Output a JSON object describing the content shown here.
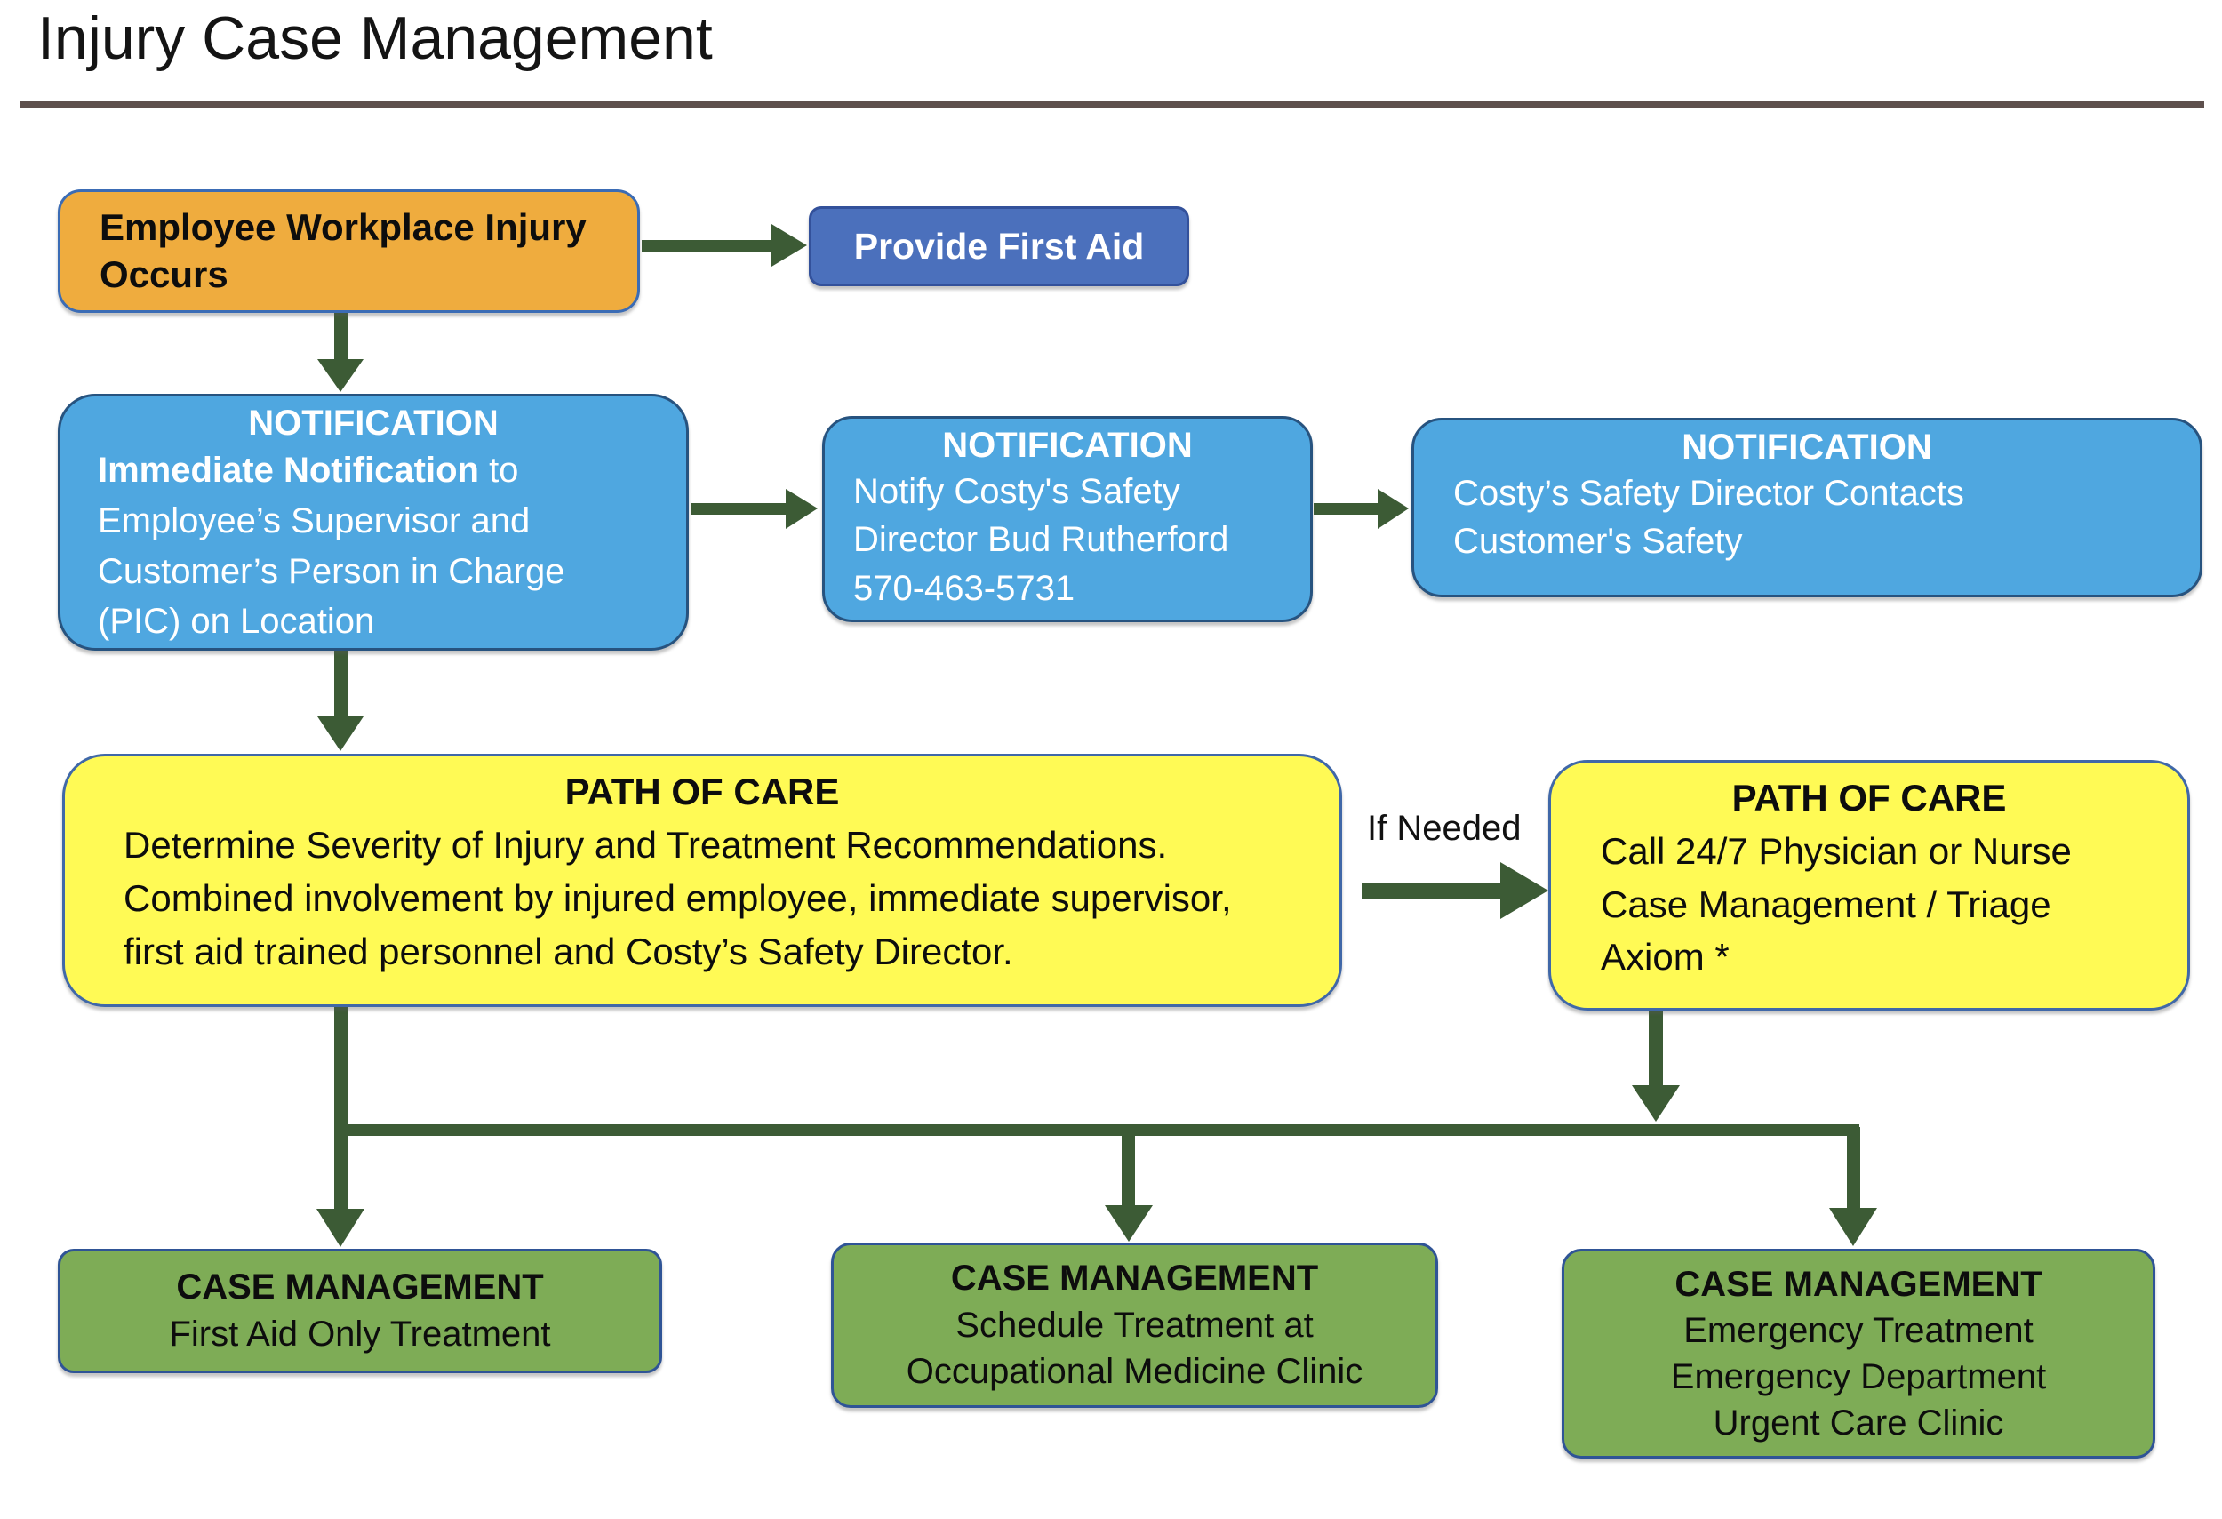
{
  "title": "Injury Case Management",
  "colors": {
    "arrow_color": "#3C5B35",
    "underline_color": "#5E504D",
    "orange_fill": "#EFAC3E",
    "blue_fill": "#4B70BC",
    "notification_fill": "#4FA7E0",
    "yellow_fill": "#FFFA55",
    "green_fill": "#7EAC56"
  },
  "labels": {
    "if_needed": "If Needed"
  },
  "nodes": {
    "injury_occurs": {
      "lines": [
        "Employee Workplace Injury",
        "Occurs"
      ]
    },
    "provide_first_aid": {
      "label": "Provide First Aid"
    },
    "notification1": {
      "heading": "NOTIFICATION",
      "bold_lead": "Immediate Notification",
      "lead_rest": " to",
      "lines": [
        "Employee’s Supervisor and",
        "Customer’s Person in Charge",
        "(PIC) on Location"
      ]
    },
    "notification2": {
      "heading": "NOTIFICATION",
      "lines": [
        "Notify Costy's Safety",
        "Director Bud Rutherford",
        "570-463-5731"
      ]
    },
    "notification3": {
      "heading": "NOTIFICATION",
      "lines": [
        "Costy’s Safety Director Contacts",
        "Customer's Safety"
      ]
    },
    "path_of_care_main": {
      "heading": "PATH OF CARE",
      "lines": [
        "Determine Severity of Injury and Treatment Recommendations.",
        "Combined involvement by injured employee, immediate supervisor,",
        "first aid trained personnel and Costy’s Safety Director."
      ]
    },
    "path_of_care_triage": {
      "heading": "PATH OF CARE",
      "lines": [
        "Call 24/7 Physician or Nurse",
        "Case Management / Triage",
        "Axiom *"
      ]
    },
    "case_first_aid": {
      "heading": "CASE MANAGEMENT",
      "lines": [
        "First Aid Only Treatment"
      ]
    },
    "case_clinic": {
      "heading": "CASE MANAGEMENT",
      "lines": [
        "Schedule Treatment at",
        "Occupational Medicine Clinic"
      ]
    },
    "case_emergency": {
      "heading": "CASE MANAGEMENT",
      "lines": [
        "Emergency Treatment",
        "Emergency Department",
        "Urgent Care Clinic"
      ]
    }
  }
}
